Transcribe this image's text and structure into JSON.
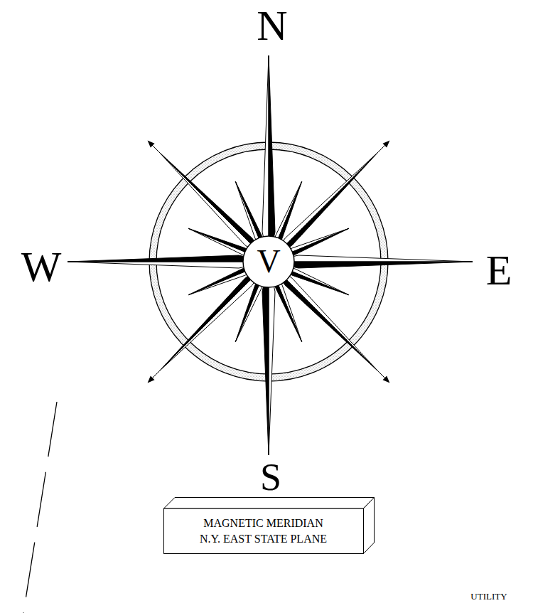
{
  "diagram": {
    "nodes": [
      {
        "text": [
          "V"
        ]
      },
      {
        "text": [
          "MAGNETIC MERIDIAN N.Y. EAST STATE PLANE"
        ]
      }
    ],
    "labels": [
      "N",
      "W",
      "E",
      "S",
      "UTILITY"
    ]
  }
}
